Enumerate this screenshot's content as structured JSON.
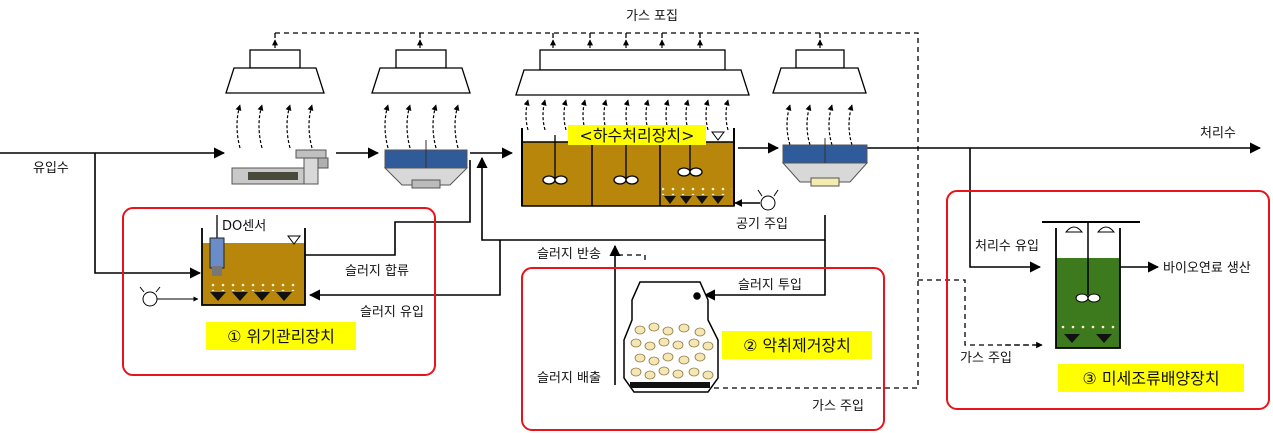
{
  "labels": {
    "gas_collection": "가스 포집",
    "inflow": "유입수",
    "treated_water": "처리수",
    "sewage_plant": "<하수처리장치>",
    "do_sensor": "DO센서",
    "sludge_merge": "슬러지 합류",
    "sludge_inflow": "슬러지 유입",
    "sludge_return": "슬러지 반송",
    "air_injection": "공기 주입",
    "sludge_input": "슬러지 투입",
    "sludge_discharge": "슬러지 배출",
    "gas_injection_center": "가스 주입",
    "treated_inflow": "처리수 유입",
    "biofuel": "바이오연료 생산",
    "gas_injection_right": "가스 주입"
  },
  "units": {
    "crisis": "① 위기관리장치",
    "odor": "② 악취제거장치",
    "algae": "③ 미세조류배양장치"
  },
  "colors": {
    "highlight_yellow": "#ffff00",
    "frame_red": "#e8141b",
    "tank_gold": "#b8860b",
    "algae_green": "#3d7a1e"
  }
}
